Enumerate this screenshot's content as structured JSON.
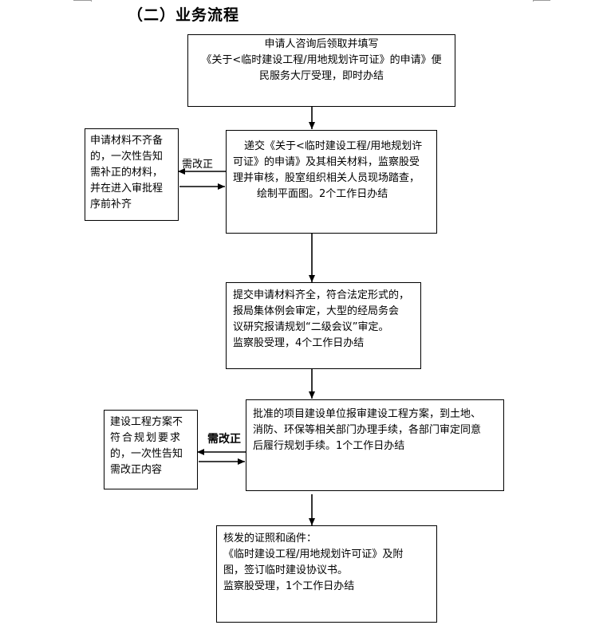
{
  "title": "（二）业务流程",
  "steps": [
    {
      "lines": [
        "申请人咨询后领取并填写",
        "《关于<临时建设工程/用地规划许可证》的申请》便",
        "民服务大厅受理，即时办结"
      ]
    },
    {
      "lines": [
        "递交《关于<临时建设工程/用地规划许",
        "可证》的申请》及其相关材料，监察股受",
        "理并审核，股室组织相关人员现场踏查，",
        "绘制平面图。2个工作日办结"
      ]
    },
    {
      "lines": [
        "提交申请材料齐全，符合法定形式的，",
        "报局集体例会审定，大型的经局务会",
        "议研究报请规划“二级会议”审定。",
        "监察股受理，4个工作日办结"
      ]
    },
    {
      "lines": [
        "批准的项目建设单位报审建设工程方案，到土地、",
        "消防、环保等相关部门办理手续，各部门审定同意",
        "后履行规划手续。1个工作日办结"
      ]
    },
    {
      "lines": [
        "核发的证照和函件：",
        "《临时建设工程/用地规划许可证》及附",
        "图，签订临时建设协议书。",
        "监察股受理，1个工作日办结"
      ]
    }
  ],
  "side_boxes": [
    {
      "lines": [
        "申请材料不齐备",
        "的，一次性告知",
        "需补正的材料，",
        "并在进入审批程",
        "序前补齐"
      ]
    },
    {
      "lines": [
        "建设工程方案不",
        "符合规划要求",
        "的，一次性告知",
        "需改正内容"
      ]
    }
  ],
  "side_labels": [
    "需改正",
    "需改正"
  ]
}
